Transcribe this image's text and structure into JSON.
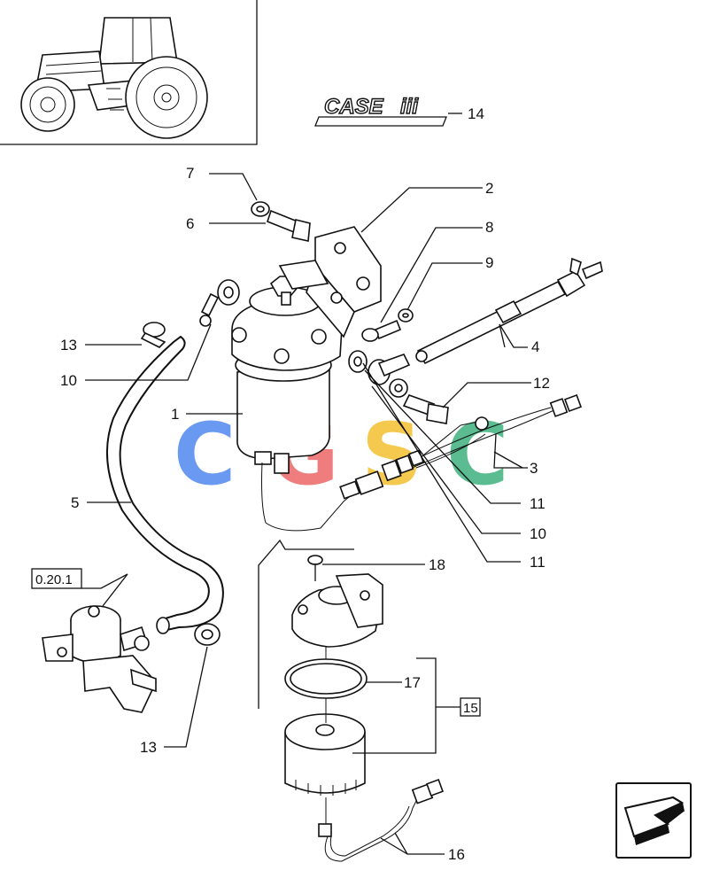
{
  "brand": {
    "logo_text": "CASE",
    "logo_suffix": "iii"
  },
  "watermark": {
    "letters": [
      "C",
      "G",
      "S",
      "C"
    ],
    "colors": [
      "#5a8ff0",
      "#ee6f6f",
      "#f5c33b",
      "#49b585"
    ]
  },
  "callouts": {
    "c1": "1",
    "c2": "2",
    "c3": "3",
    "c4": "4",
    "c5": "5",
    "c6": "6",
    "c7": "7",
    "c8": "8",
    "c9": "9",
    "c10a": "10",
    "c10b": "10",
    "c11a": "11",
    "c11b": "11",
    "c12": "12",
    "c13a": "13",
    "c13b": "13",
    "c14": "14",
    "c16": "16",
    "c17": "17",
    "c18": "18"
  },
  "references": {
    "section_ref": "0.20.1",
    "kit_ref": "15"
  },
  "icons": {
    "tractor": "tractor-thumbnail-icon",
    "next_page": "next-page-arrow-icon"
  }
}
